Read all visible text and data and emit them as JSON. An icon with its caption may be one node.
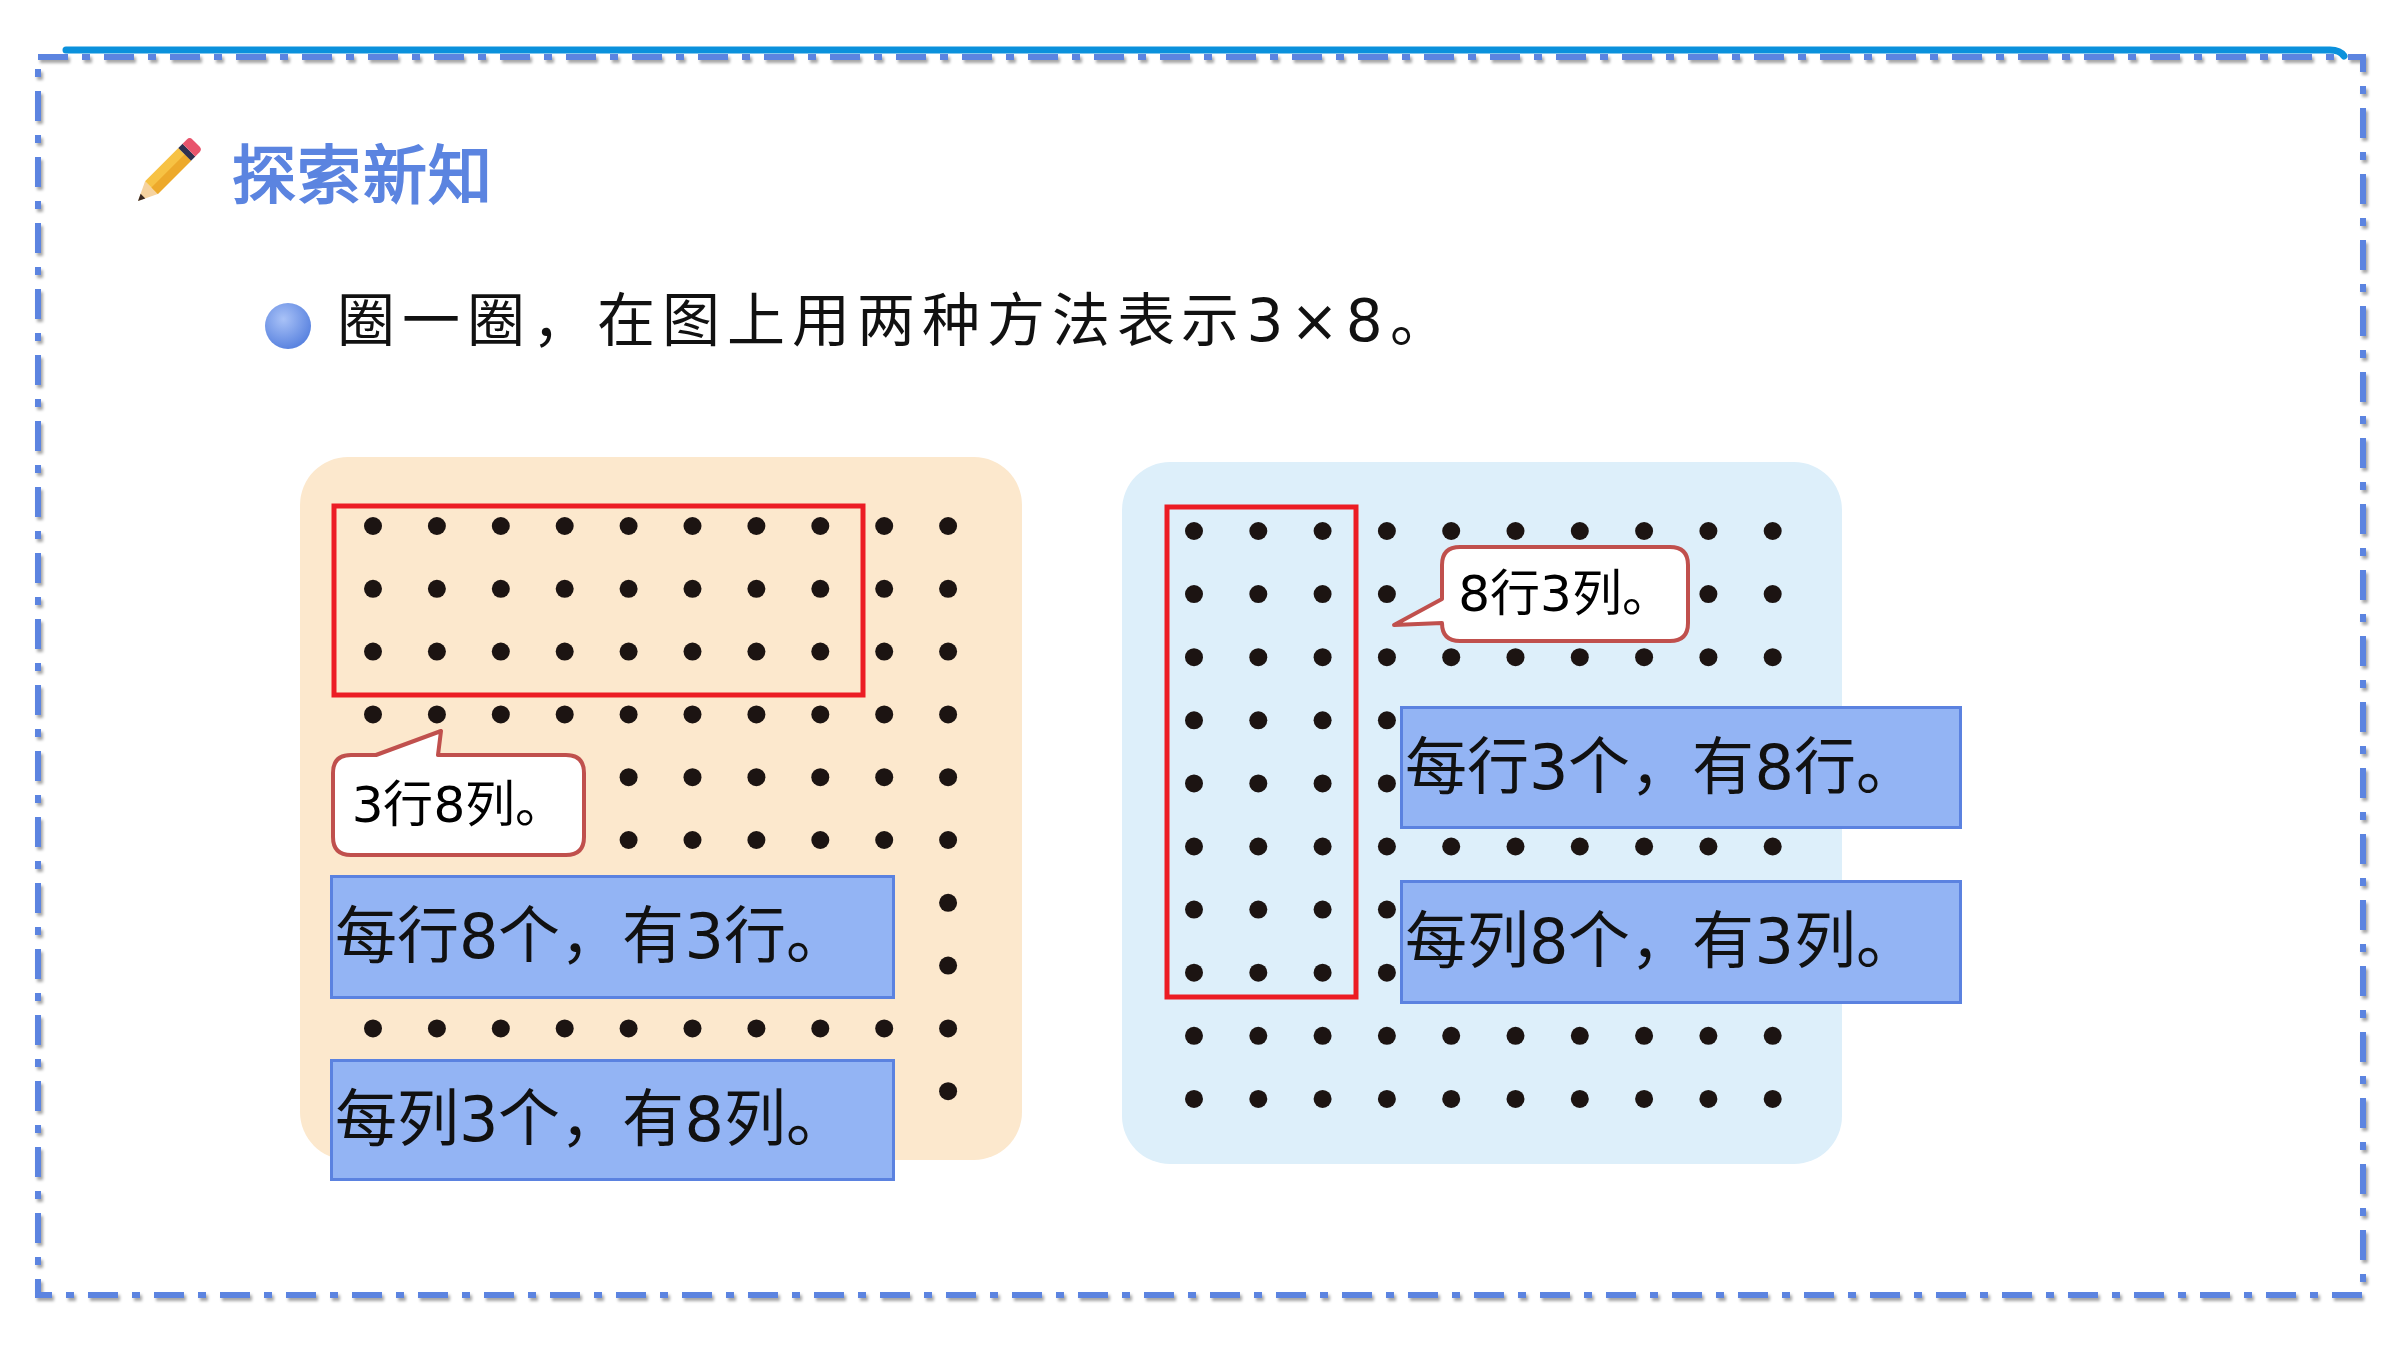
{
  "diagram": {
    "title": "探索新知",
    "nodes": [
      {
        "text": [
          "3行8列。"
        ]
      },
      {
        "text": [
          "每行8个，有3行。"
        ]
      },
      {
        "text": [
          "每列3个，有8列。"
        ]
      },
      {
        "text": [
          "8行3列。"
        ]
      },
      {
        "text": [
          "每行3个，有8行。"
        ]
      },
      {
        "text": [
          "每列8个，有3列。"
        ]
      }
    ],
    "labels": [
      "圈一圈，在图上用两种方法表示3×8。"
    ]
  }
}
